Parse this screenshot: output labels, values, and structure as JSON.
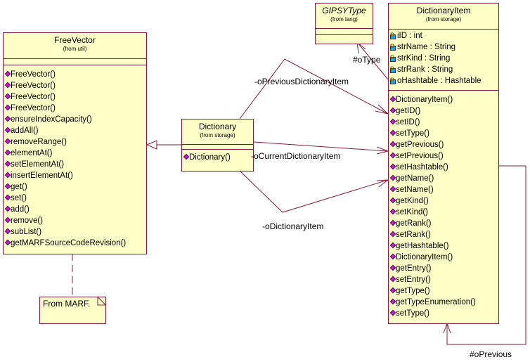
{
  "free_vector": {
    "name": "FreeVector",
    "from": "(from util)",
    "methods": [
      "FreeVector()",
      "FreeVector()",
      "FreeVector()",
      "FreeVector()",
      "ensureIndexCapacity()",
      "addAll()",
      "removeRange()",
      "elementAt()",
      "setElementAt()",
      "insertElementAt()",
      "get()",
      "set()",
      "add()",
      "remove()",
      "subList()",
      "getMARFSourceCodeRevision()"
    ]
  },
  "gipsy_type": {
    "name": "GIPSYType",
    "from": "(from lang)"
  },
  "dictionary": {
    "name": "Dictionary",
    "from": "(from storage)",
    "methods": [
      "Dictionary()"
    ]
  },
  "dictionary_item": {
    "name": "DictionaryItem",
    "from": "(from storage)",
    "attributes": [
      "iID : int",
      "strName : String",
      "strKind : String",
      "strRank : String",
      "oHashtable : Hashtable"
    ],
    "methods": [
      "DictionaryItem()",
      "getID()",
      "setID()",
      "setType()",
      "getPrevious()",
      "setPrevious()",
      "setHashtable()",
      "getName()",
      "setName()",
      "getKind()",
      "setKind()",
      "getRank()",
      "setRank()",
      "getHashtable()",
      "DictionaryItem()",
      "getEntry()",
      "setEntry()",
      "getType()",
      "getTypeEnumeration()",
      "setType()"
    ]
  },
  "note": {
    "text": "From MARF."
  },
  "labels": {
    "previous_item": "-oPreviousDictionaryItem",
    "current_item": "-oCurrentDictionaryItem",
    "dictionary_item": "-oDictionaryItem",
    "o_type": "#oType",
    "o_previous": "#oPrevious"
  },
  "colors": {
    "class_fill": "#ffffc8",
    "border": "#8b1a3a",
    "method_icon": "#c51fd1",
    "attribute_icon": "#2e9bd6"
  }
}
